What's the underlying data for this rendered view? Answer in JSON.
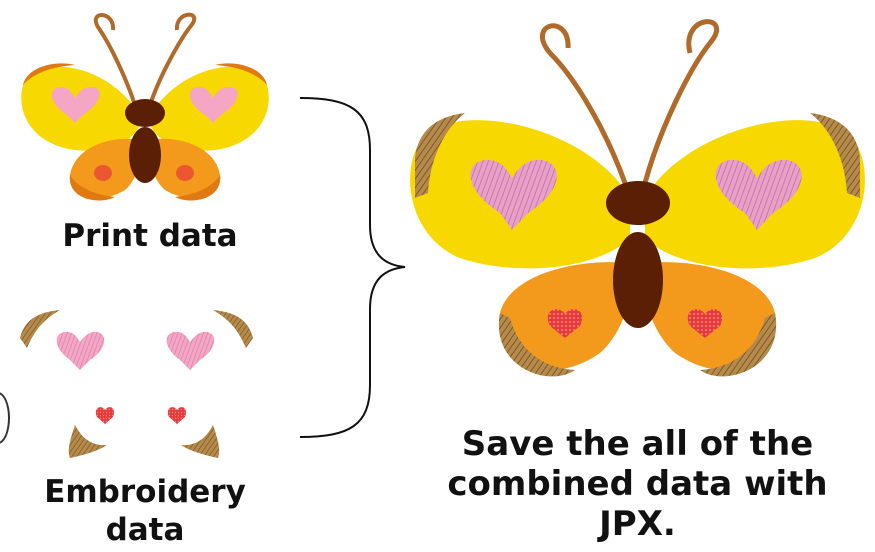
{
  "labels": {
    "print": "Print data",
    "embroidery_line1": "Embroidery",
    "embroidery_line2": "data",
    "result_line1": "Save the all of the",
    "result_line2": "combined data with",
    "result_line3": "JPX."
  },
  "colors": {
    "wing_yellow": "#f7d800",
    "lower_wing_orange": "#f39a1c",
    "wing_tip_orange": "#e07a10",
    "body_brown": "#5a1f05",
    "heart_pink": "#f4a6c4",
    "spot_red": "#e53b3b",
    "stitch_gold": "#b58a4a",
    "antenna": "#b06a2a"
  },
  "icons": {
    "print_butterfly": "butterfly-print-icon",
    "embroidery_pieces": "embroidery-pieces-icon",
    "combined_butterfly": "butterfly-combined-icon",
    "brace": "curly-brace-icon"
  }
}
